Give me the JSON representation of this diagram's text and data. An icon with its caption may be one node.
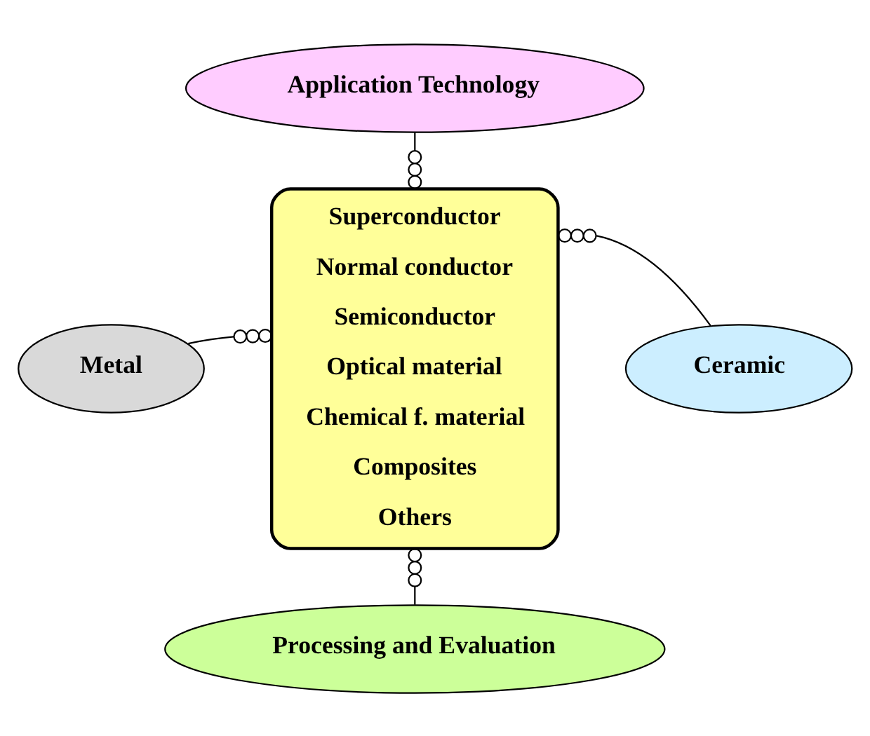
{
  "diagram": {
    "nodes": [
      {
        "text": [
          "Application Technology"
        ]
      },
      {
        "text": [
          "Superconductor",
          "Normal conductor",
          "Semiconductor",
          "Optical material",
          "Chemical f. material",
          "Composites",
          "Others"
        ]
      },
      {
        "text": [
          "Metal"
        ]
      },
      {
        "text": [
          "Ceramic"
        ]
      },
      {
        "text": [
          "Processing and Evaluation"
        ]
      }
    ],
    "edges": [
      {
        "from": 0,
        "to": 1,
        "arrow": "other"
      },
      {
        "from": 2,
        "to": 1,
        "arrow": "other"
      },
      {
        "from": 3,
        "to": 1,
        "arrow": "other"
      },
      {
        "from": 4,
        "to": 1,
        "arrow": "other"
      }
    ]
  }
}
